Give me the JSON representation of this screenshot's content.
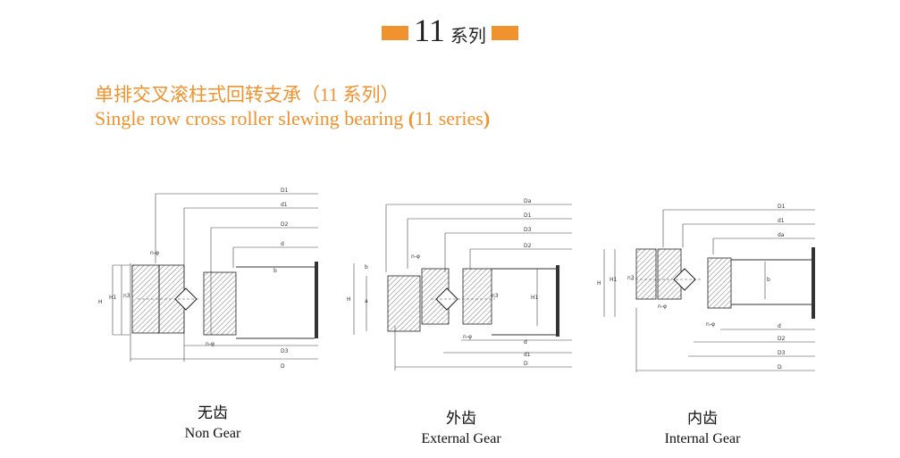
{
  "header": {
    "number": "11",
    "label": "系列"
  },
  "title": {
    "cn": "单排交叉滚柱式回转支承（11 系列）",
    "en_prefix": "Single row cross roller slewing bearing ",
    "en_bold_open": "(",
    "en_series": "11 series",
    "en_bold_close": ")"
  },
  "captions": [
    {
      "cn": "无齿",
      "en": "Non Gear"
    },
    {
      "cn": "外齿",
      "en": "External Gear"
    },
    {
      "cn": "内齿",
      "en": "Internal Gear"
    }
  ],
  "drawings": {
    "non_gear": {
      "labels": [
        "D1",
        "d1",
        "D2",
        "d",
        "b",
        "H",
        "H1",
        "n3",
        "n-φ",
        "n-φ",
        "D3",
        "D"
      ]
    },
    "external": {
      "labels": [
        "Da",
        "D1",
        "D3",
        "D2",
        "b",
        "H",
        "a",
        "H1",
        "n3",
        "n-φ",
        "n-φ",
        "d",
        "d1",
        "D"
      ]
    },
    "internal": {
      "labels": [
        "D1",
        "d1",
        "da",
        "H",
        "H1",
        "n3",
        "b",
        "n-φ",
        "n-φ",
        "d",
        "D2",
        "D3",
        "D"
      ]
    }
  },
  "colors": {
    "accent": "#f0922e"
  }
}
